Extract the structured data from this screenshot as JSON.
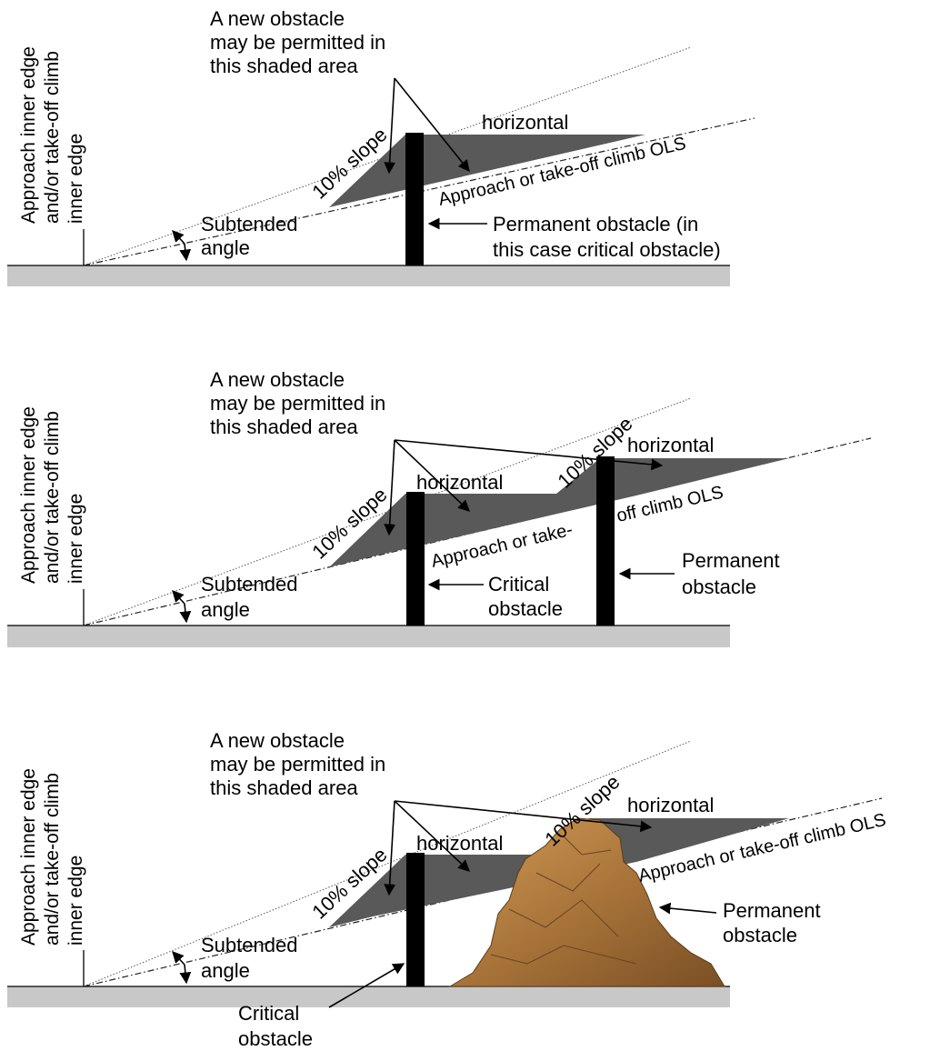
{
  "panels": [
    {
      "shaded_area_note": [
        "A new obstacle",
        "may be permitted in",
        "this shaded area"
      ],
      "inner_edge_label": [
        "Approach inner edge",
        "and/or take-off climb",
        "inner edge"
      ],
      "subtended_angle": [
        "Subtended",
        "angle"
      ],
      "slope_label": "10% slope",
      "horizontal_label": "horizontal",
      "ols_label": "Approach or take-off climb OLS",
      "obstacle_label": [
        "Permanent obstacle (in",
        "this case critical obstacle)"
      ]
    },
    {
      "shaded_area_note": [
        "A new obstacle",
        "may be permitted in",
        "this shaded area"
      ],
      "inner_edge_label": [
        "Approach inner edge",
        "and/or take-off climb",
        "inner edge"
      ],
      "subtended_angle": [
        "Subtended",
        "angle"
      ],
      "slope_label_1": "10% slope",
      "slope_label_2": "10% slope",
      "horizontal_label_1": "horizontal",
      "horizontal_label_2": "horizontal",
      "ols_label_1": "Approach or take-",
      "ols_label_2": "off climb OLS",
      "critical_label": [
        "Critical",
        "obstacle"
      ],
      "permanent_label": [
        "Permanent",
        "obstacle"
      ]
    },
    {
      "shaded_area_note": [
        "A new obstacle",
        "may be permitted in",
        "this shaded area"
      ],
      "inner_edge_label": [
        "Approach inner edge",
        "and/or take-off climb",
        "inner edge"
      ],
      "subtended_angle": [
        "Subtended",
        "angle"
      ],
      "slope_label_1": "10% slope",
      "slope_label_2": "10% slope",
      "horizontal_label_1": "horizontal",
      "horizontal_label_2": "horizontal",
      "ols_label": "Approach or take-off climb OLS",
      "permanent_label": [
        "Permanent",
        "obstacle"
      ],
      "critical_label": [
        "Critical",
        "obstacle"
      ]
    }
  ],
  "colors": {
    "shade": "#595959",
    "ground": "#c8c8c8",
    "rock": "#a8743a"
  }
}
